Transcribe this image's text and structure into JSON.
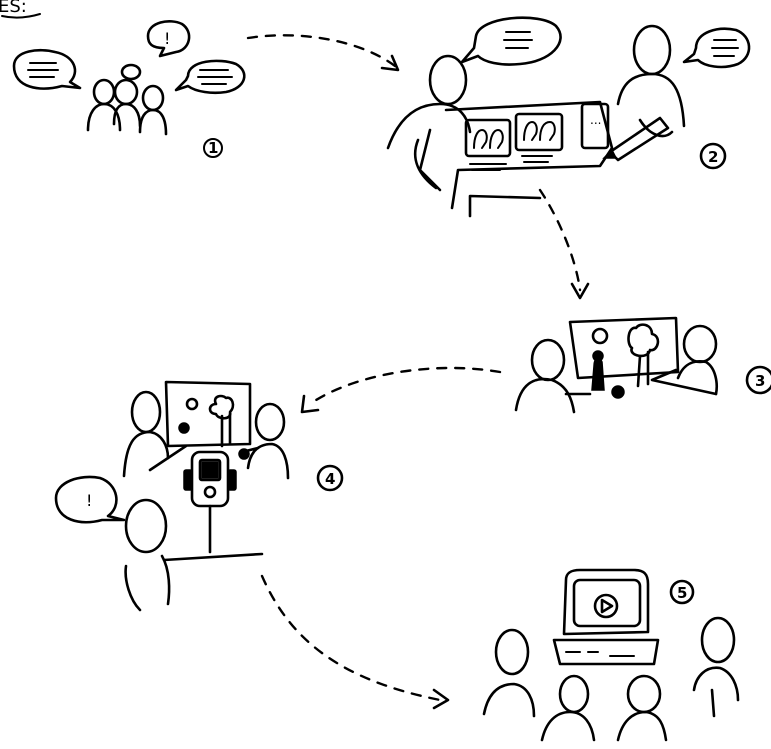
{
  "header_fragment": "ES:",
  "steps": [
    {
      "number": "1"
    },
    {
      "number": "2"
    },
    {
      "number": "3"
    },
    {
      "number": "4"
    },
    {
      "number": "5"
    }
  ],
  "storyboard_dots": "...",
  "speech_exclaim": "!"
}
